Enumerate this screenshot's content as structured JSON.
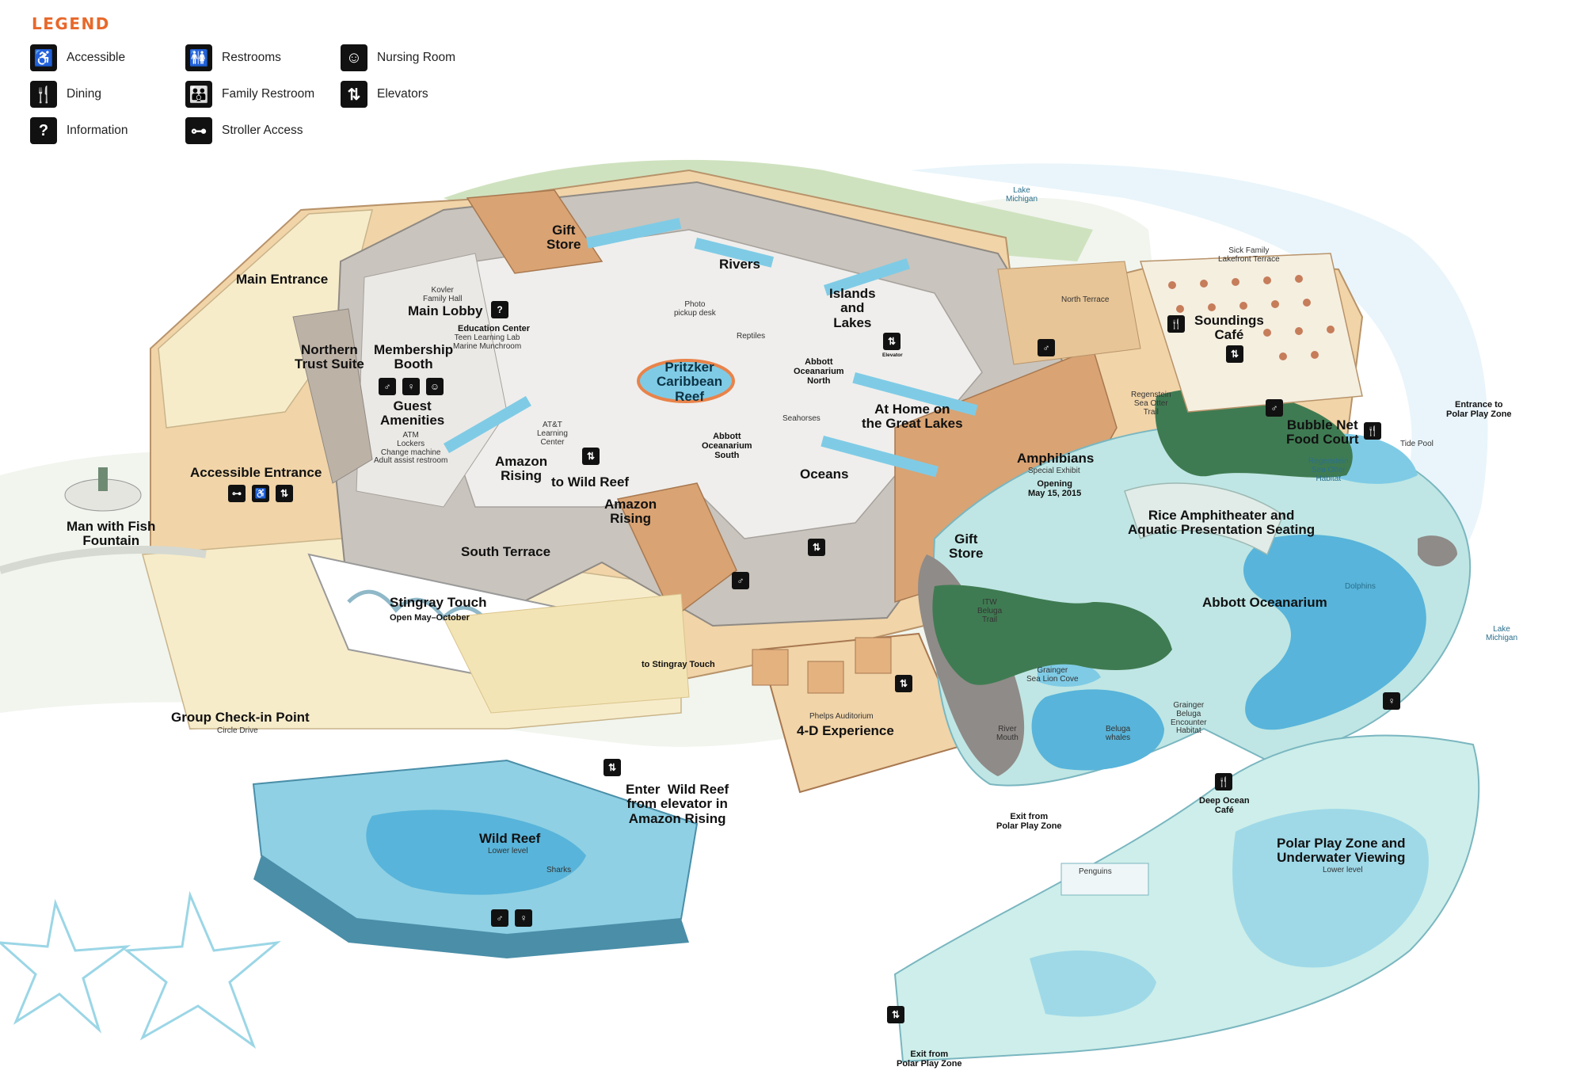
{
  "legend": {
    "title": "LEGEND",
    "items": [
      {
        "icon": "wheelchair-icon",
        "glyph": "♿",
        "label": "Accessible"
      },
      {
        "icon": "dining-icon",
        "glyph": "🍴",
        "label": "Dining"
      },
      {
        "icon": "information-icon",
        "glyph": "?",
        "label": "Information"
      },
      {
        "icon": "restroom-icon",
        "glyph": "🚻",
        "label": "Restrooms"
      },
      {
        "icon": "family-restroom-icon",
        "glyph": "👪",
        "label": "Family Restroom"
      },
      {
        "icon": "stroller-icon",
        "glyph": "⊶",
        "label": "Stroller Access"
      },
      {
        "icon": "nursing-room-icon",
        "glyph": "☺",
        "label": "Nursing Room"
      },
      {
        "icon": "elevator-icon",
        "glyph": "⇅",
        "label": "Elevators"
      }
    ]
  },
  "places": {
    "gift_store_north": "Gift\nStore",
    "rivers": "Rivers",
    "islands_and_lakes": "Islands\nand\nLakes",
    "main_entrance": "Main Entrance",
    "kovler_family_hall": "Kovler\nFamily Hall",
    "main_lobby": "Main Lobby",
    "photo_pickup": "Photo\npickup desk",
    "reptiles": "Reptiles",
    "education_center": "Education Center",
    "education_center_sub": "Teen Learning Lab\nMarine Munchroom",
    "northern_trust_suite": "Northern\nTrust Suite",
    "membership_booth": "Membership\nBooth",
    "pritzker_reef": "Pritzker\nCaribbean\nReef",
    "abbott_north": "Abbott\nOceanarium\nNorth",
    "guest_amenities": "Guest\nAmenities",
    "guest_amenities_sub": "ATM\nLockers\nChange machine\nAdult assist restroom",
    "att_learning_center": "AT&T\nLearning\nCenter",
    "at_home_great_lakes": "At Home on\nthe Great Lakes",
    "seahorses": "Seahorses",
    "abbott_south": "Abbott\nOceanarium\nSouth",
    "amazon_rising_1": "Amazon\nRising",
    "to_wild_reef": "to Wild Reef",
    "amazon_rising_2": "Amazon\nRising",
    "oceans": "Oceans",
    "amphibians": "Amphibians",
    "amphibians_special": "Special Exhibit",
    "amphibians_opening": "Opening\nMay 15, 2015",
    "gift_store_east": "Gift\nStore",
    "accessible_entrance": "Accessible Entrance",
    "man_with_fish": "Man with Fish\nFountain",
    "south_terrace": "South Terrace",
    "stingray_touch": "Stingray Touch",
    "stingray_open": "Open May–October",
    "to_stingray_touch": "to Stingray Touch",
    "group_checkin": "Group Check-in Point",
    "circle_drive": "Circle Drive",
    "phelps_auditorium": "Phelps Auditorium",
    "four_d": "4-D Experience",
    "enter_wild_reef": "Enter  Wild Reef\nfrom elevator in\nAmazon Rising",
    "wild_reef": "Wild Reef",
    "wild_reef_level": "Lower level",
    "sharks": "Sharks",
    "lake_michigan_north": "Lake\nMichigan",
    "lake_michigan_east": "Lake\nMichigan",
    "north_terrace": "North Terrace",
    "sick_family_terrace": "Sick Family\nLakefront Terrace",
    "soundings_cafe": "Soundings\nCafé",
    "regenstein_trail": "Regenstein\nSea Otter\nTrail",
    "entrance_polar_top": "Entrance to\nPolar Play Zone",
    "bubble_net": "Bubble Net\nFood Court",
    "tide_pool": "Tide Pool",
    "regenstein_habitat": "Regenstein\nSea Otter\nHabitat",
    "rice_amphitheater": "Rice Amphitheater and\nAquatic Presentation Seating",
    "abbott_oceanarium": "Abbott Oceanarium",
    "dolphins": "Dolphins",
    "itw_beluga_trail": "ITW\nBeluga\nTrail",
    "grainger_sea_lion": "Grainger\nSea Lion Cove",
    "grainger_beluga": "Grainger\nBeluga\nEncounter\nHabitat",
    "beluga_whales": "Beluga\nwhales",
    "river_mouth": "River\nMouth",
    "exit_polar_mid": "Exit from\nPolar Play Zone",
    "deep_ocean_cafe": "Deep Ocean\nCafé",
    "polar_play_zone": "Polar Play Zone and\nUnderwater Viewing",
    "polar_level": "Lower level",
    "penguins": "Penguins",
    "exit_polar_bottom": "Exit from\nPolar Play Zone",
    "elevator_caption": "Elevator"
  },
  "colors": {
    "building_beige": "#f1d4a8",
    "roof_grey": "#c9c4bd",
    "exhibit_floor": "#efeeec",
    "water_blue": "#7fcbe6",
    "deep_water": "#4aa8cf",
    "polar_teal": "#bfe6e4",
    "tree_green": "#3f7b52",
    "terrace_cream": "#f7ecca",
    "legend_orange": "#e8682a"
  }
}
